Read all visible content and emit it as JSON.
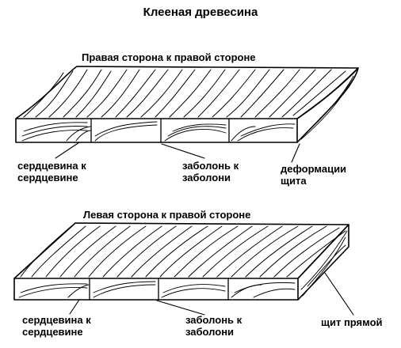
{
  "title": "Клееная древесина",
  "panels": [
    {
      "subtitle": "Правая сторона к правой стороне",
      "labels": {
        "left": [
          "сердцевина к",
          "сердцевине"
        ],
        "middle": [
          "заболонь к",
          "заболони"
        ],
        "right": [
          "деформации",
          "щита"
        ]
      }
    },
    {
      "subtitle": "Левая сторона к правой стороне",
      "labels": {
        "left": [
          "сердцевина к",
          "сердцевине"
        ],
        "middle": [
          "заболонь к",
          "заболони"
        ],
        "right": [
          "щит прямой"
        ]
      }
    }
  ]
}
